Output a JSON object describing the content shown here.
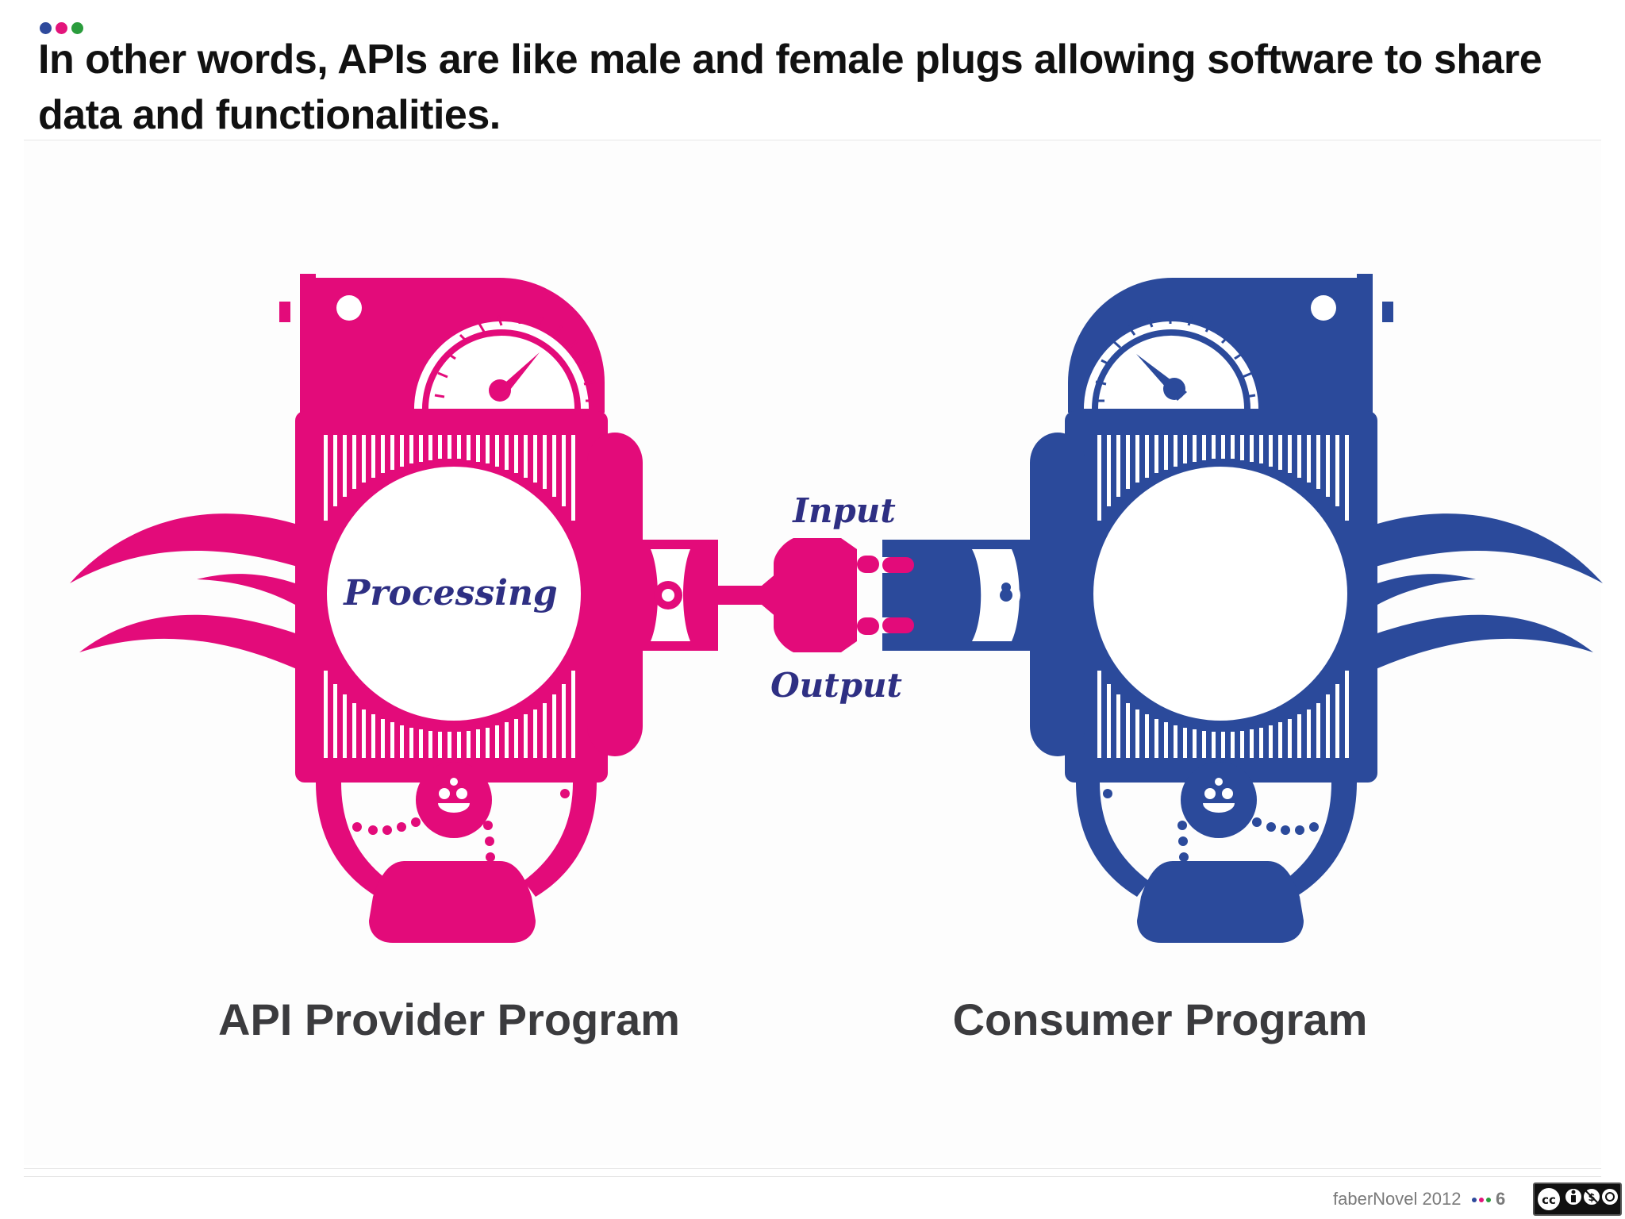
{
  "slide": {
    "title": "In other words, APIs are like male and female plugs allowing software to share data and functionalities.",
    "brand_dots": [
      "#2e4a9c",
      "#e3147b",
      "#2a9c3c"
    ]
  },
  "diagram": {
    "provider_label": "API Provider Program",
    "consumer_label": "Consumer Program",
    "processing_label": "Processing",
    "input_label": "Input",
    "output_label": "Output",
    "provider_color": "#e30b7a",
    "consumer_color": "#2b4a9b",
    "text_color": "#2e2f83"
  },
  "footer": {
    "brand": "faberNovel 2012",
    "page": "6",
    "license_badge": "cc-by-nc-sa-badge"
  }
}
